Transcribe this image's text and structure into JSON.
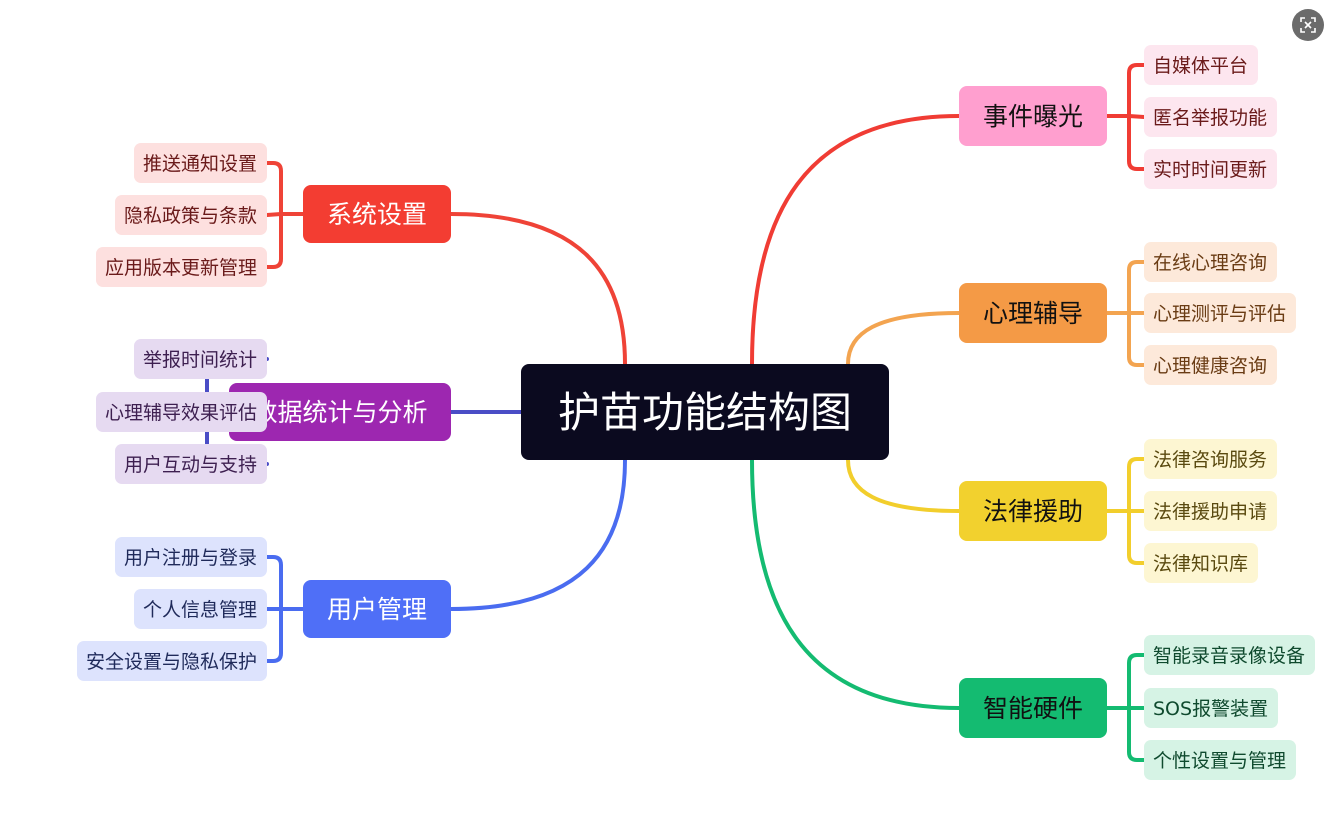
{
  "root": {
    "label": "护苗功能结构图",
    "color": "#0b0a1f"
  },
  "branches": [
    {
      "id": "event",
      "label": "事件曝光",
      "color": "#f03c34",
      "main_bg": "#ff9fcf",
      "main_text": "#111111",
      "leaf_bg": "#fde6ef",
      "leaf_text": "#6a1a1a",
      "leaves": [
        "自媒体平台",
        "匿名举报功能",
        "实时时间更新"
      ]
    },
    {
      "id": "psych",
      "label": "心理辅导",
      "color": "#f3a450",
      "main_bg": "#f49a46",
      "main_text": "#111111",
      "leaf_bg": "#fde9da",
      "leaf_text": "#6a3c14",
      "leaves": [
        "在线心理咨询",
        "心理测评与评估",
        "心理健康咨询"
      ]
    },
    {
      "id": "legal",
      "label": "法律援助",
      "color": "#f2ce2c",
      "main_bg": "#f2d12e",
      "main_text": "#111111",
      "leaf_bg": "#fdf6d2",
      "leaf_text": "#5a4a10",
      "leaves": [
        "法律咨询服务",
        "法律援助申请",
        "法律知识库"
      ]
    },
    {
      "id": "hardware",
      "label": "智能硬件",
      "color": "#14bb71",
      "main_bg": "#14bb71",
      "main_text": "#111111",
      "leaf_bg": "#d6f3e5",
      "leaf_text": "#0f4a2e",
      "leaves": [
        "智能录音录像设备",
        "SOS报警装置",
        "个性设置与管理"
      ]
    },
    {
      "id": "settings",
      "label": "系统设置",
      "color": "#ef4337",
      "main_bg": "#f33d32",
      "main_text": "#ffffff",
      "leaf_bg": "#fde0df",
      "leaf_text": "#6a1a1a",
      "leaves": [
        "推送通知设置",
        "隐私政策与条款",
        "应用版本更新管理"
      ]
    },
    {
      "id": "stats",
      "label": "数据统计与分析",
      "color": "#4a4dc6",
      "main_bg": "#9d27b0",
      "main_text": "#ffffff",
      "leaf_bg": "#e6daf1",
      "leaf_text": "#3d1f50",
      "leaves": [
        "举报时间统计",
        "心理辅导效果评估",
        "用户互动与支持"
      ]
    },
    {
      "id": "users",
      "label": "用户管理",
      "color": "#4a6cf0",
      "main_bg": "#4f6ff7",
      "main_text": "#ffffff",
      "leaf_bg": "#dde3fd",
      "leaf_text": "#1f2a5a",
      "leaves": [
        "用户注册与登录",
        "个人信息管理",
        "安全设置与隐私保护"
      ]
    }
  ],
  "toolbar": {
    "icon": "screenshot-icon"
  }
}
